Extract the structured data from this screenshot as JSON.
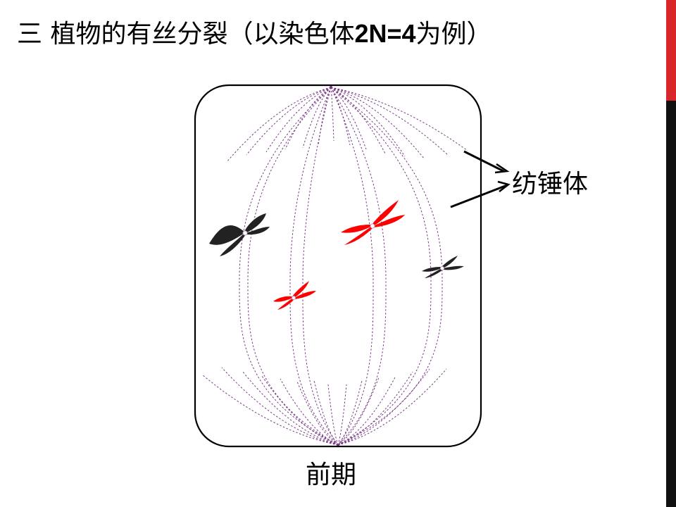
{
  "slide": {
    "title_part1": "三  植物的有丝分裂（以染色体",
    "title_part2": "2N=4",
    "title_part3": "为例）",
    "spindle_label": "纺锤体",
    "phase_label": "前期"
  },
  "colors": {
    "accent_red": "#d9262b",
    "side_black": "#111111",
    "fiber": "#7a3a86",
    "chromosome_red": "#ff0000",
    "chromosome_black": "#222222",
    "outline": "#000000"
  }
}
